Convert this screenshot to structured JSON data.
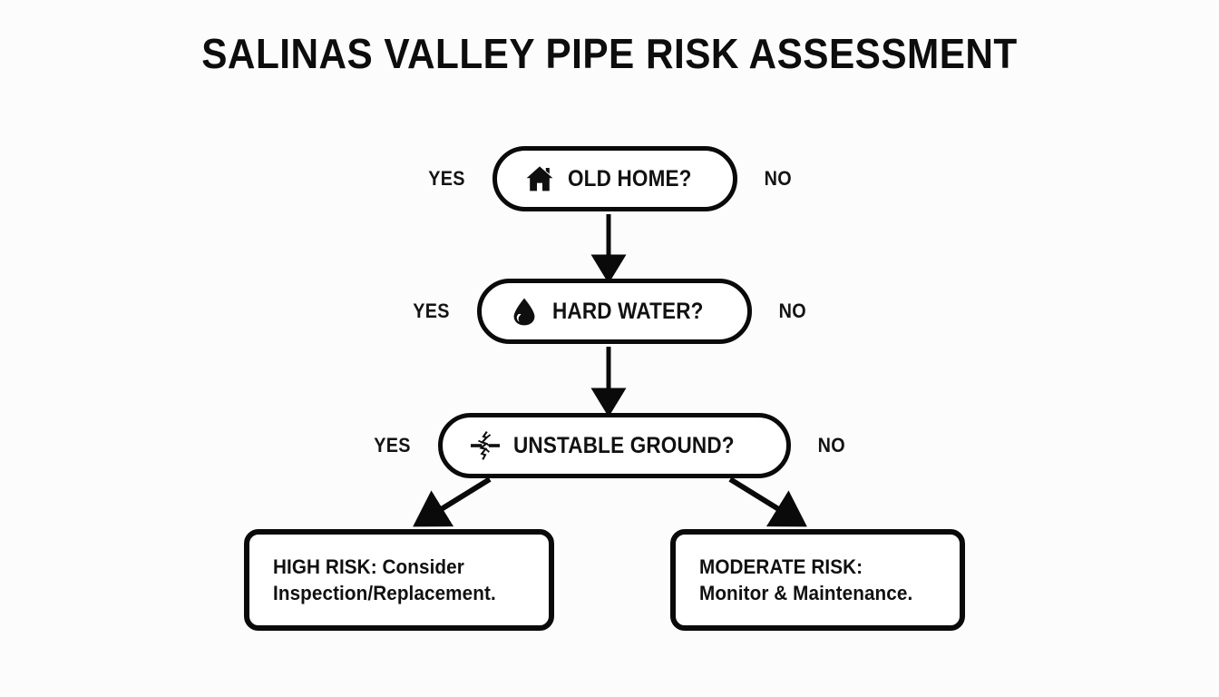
{
  "page": {
    "title": "SALINAS VALLEY PIPE RISK ASSESSMENT",
    "background_color": "#fcfcfc",
    "ink_color": "#0a0a0a"
  },
  "flowchart": {
    "type": "decision-tree",
    "decisions": [
      {
        "id": "old-home",
        "label": "OLD HOME?",
        "icon": "house-icon",
        "yes_label": "YES",
        "no_label": "NO"
      },
      {
        "id": "hard-water",
        "label": "HARD WATER?",
        "icon": "water-drop-icon",
        "yes_label": "YES",
        "no_label": "NO"
      },
      {
        "id": "unstable-ground",
        "label": "UNSTABLE GROUND?",
        "icon": "ground-crack-icon",
        "yes_label": "YES",
        "no_label": "NO"
      }
    ],
    "outcomes": [
      {
        "id": "high-risk",
        "heading": "HIGH RISK: Consider",
        "detail": "Inspection/Replacement."
      },
      {
        "id": "moderate-risk",
        "heading": "MODERATE RISK:",
        "detail": "Monitor & Maintenance."
      }
    ],
    "connectors": [
      {
        "from": "old-home",
        "to": "hard-water",
        "direction": "down"
      },
      {
        "from": "hard-water",
        "to": "unstable-ground",
        "direction": "down"
      },
      {
        "from": "unstable-ground",
        "to": "high-risk",
        "direction": "down-left"
      },
      {
        "from": "unstable-ground",
        "to": "moderate-risk",
        "direction": "down-right"
      }
    ]
  }
}
